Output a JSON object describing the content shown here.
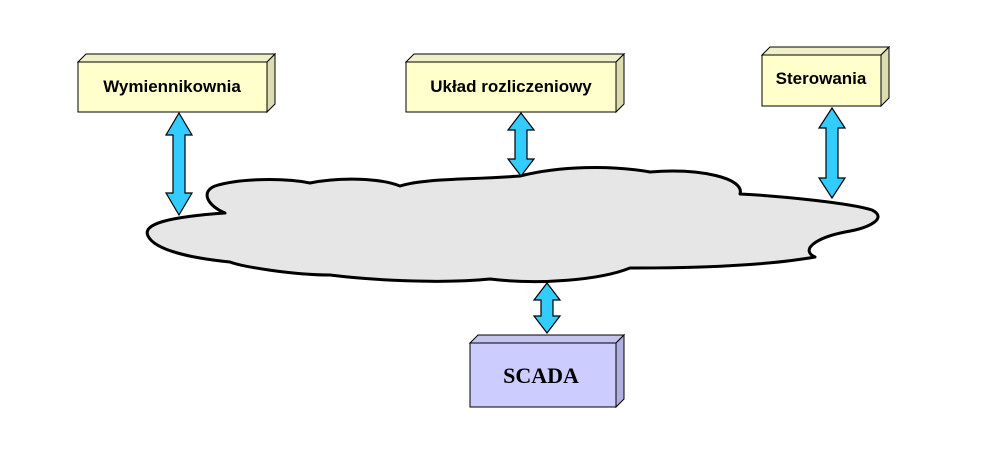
{
  "nodes": {
    "wymiennikownia": {
      "label": "Wymiennikownia"
    },
    "uklad": {
      "label": "Układ rozliczeniowy"
    },
    "sterowania": {
      "label": "Sterowania"
    },
    "scada": {
      "label": "SCADA"
    }
  },
  "colors": {
    "box_fill": "#ffffcc",
    "box_side": "#dcdcb0",
    "box_top": "#f0f0c8",
    "scada_fill": "#ccccff",
    "scada_side": "#b0b0dc",
    "scada_top": "#c4c4ee",
    "cloud_fill": "#e6e6e6",
    "arrow_fill": "#33ccff",
    "outline": "#000000"
  }
}
